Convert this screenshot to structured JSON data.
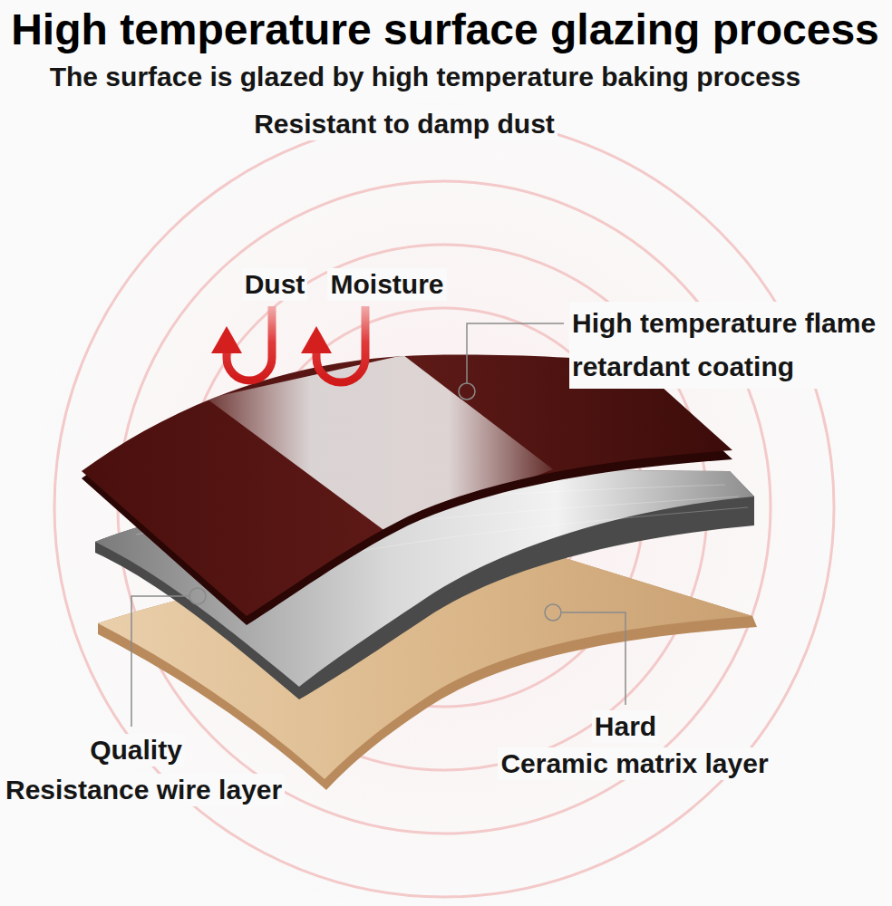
{
  "diagram": {
    "title": "High temperature surface glazing process",
    "labels": [
      "The surface is glazed by high temperature baking process",
      "Resistant to damp dust",
      "Dust",
      "Moisture",
      "High temperature flame retardant coating",
      "Quality",
      "Resistance wire layer",
      "Hard",
      "Ceramic matrix layer"
    ]
  }
}
